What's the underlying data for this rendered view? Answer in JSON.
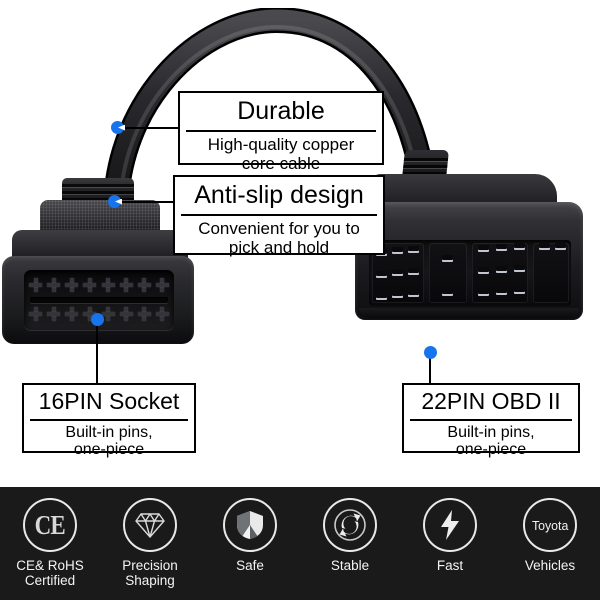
{
  "product": {
    "type": "obd2-adapter-cable",
    "connector_left": "16PIN Socket",
    "connector_right": "22PIN OBD II"
  },
  "callouts": [
    {
      "id": "durable",
      "title": "Durable",
      "subtitle": "High-quality copper\ncore cable",
      "marker_color": "#1874ec"
    },
    {
      "id": "anti-slip",
      "title": "Anti-slip design",
      "subtitle": "Convenient for you to\npick and hold",
      "marker_color": "#1874ec"
    },
    {
      "id": "16pin-socket",
      "title": "16PIN Socket",
      "subtitle": "Built-in pins,\none-piece",
      "marker_color": "#1874ec"
    },
    {
      "id": "22pin-obd2",
      "title": "22PIN OBD II",
      "subtitle": "Built-in pins,\none-piece",
      "marker_color": "#1874ec"
    }
  ],
  "feature_bar": {
    "background_color": "#1a1a1a",
    "text_color": "#f2f2f2",
    "items": [
      {
        "icon": "ce-mark-icon",
        "glyph": "CE",
        "label": "CE& RoHS\nCertified"
      },
      {
        "icon": "diamond-icon",
        "glyph": "",
        "label": "Precision\nShaping"
      },
      {
        "icon": "shield-icon",
        "glyph": "",
        "label": "Safe"
      },
      {
        "icon": "refresh-arrow-icon",
        "glyph": "",
        "label": "Stable"
      },
      {
        "icon": "lightning-bolt-icon",
        "glyph": "",
        "label": "Fast"
      },
      {
        "icon": "toyota-brand-icon",
        "glyph": "Toyota",
        "label": "Vehicles"
      }
    ]
  }
}
